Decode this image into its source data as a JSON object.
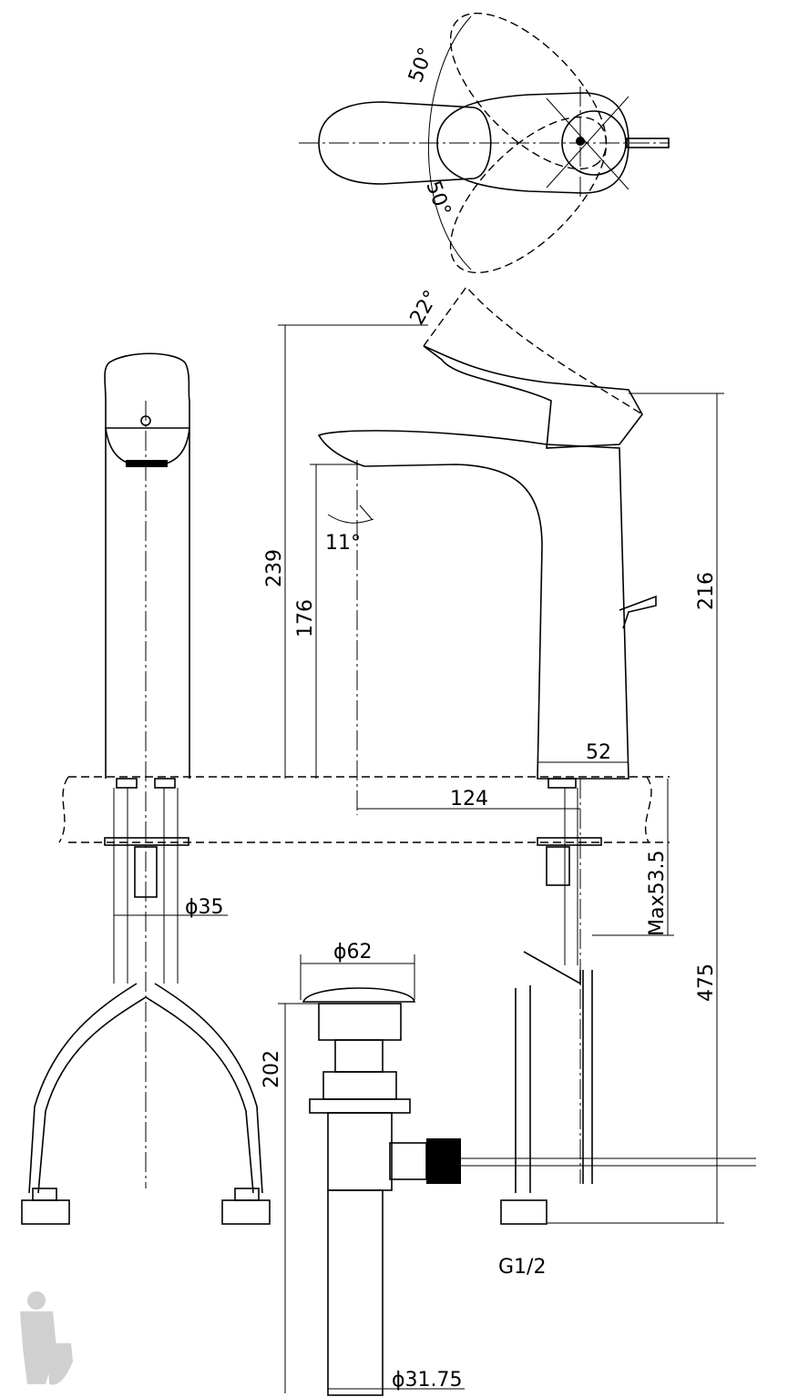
{
  "title_view": {
    "angle_upper": "50°",
    "angle_lower": "50°"
  },
  "side_view": {
    "handle_tilt": "22°",
    "spout_angle": "11°"
  },
  "dimensions": {
    "total_height": "239",
    "spout_height": "176",
    "handle_height": "216",
    "base_width": "52",
    "spout_reach": "124",
    "max_counter": "Max53.5",
    "hose_length": "475",
    "base_diameter": "ϕ35",
    "drain_cap_diameter": "ϕ62",
    "drain_length": "202",
    "drain_pipe_diameter": "ϕ31.75",
    "thread": "G1/2"
  }
}
